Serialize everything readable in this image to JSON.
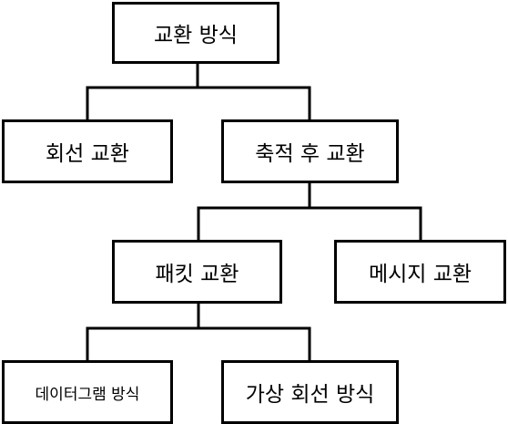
{
  "nodes": {
    "root": "교환 방식",
    "circuit_switching": "회선 교환",
    "store_and_forward": "축적 후 교환",
    "packet_switching": "패킷 교환",
    "message_switching": "메시지 교환",
    "datagram": "데이터그램 방식",
    "virtual_circuit": "가상 회선 방식"
  }
}
